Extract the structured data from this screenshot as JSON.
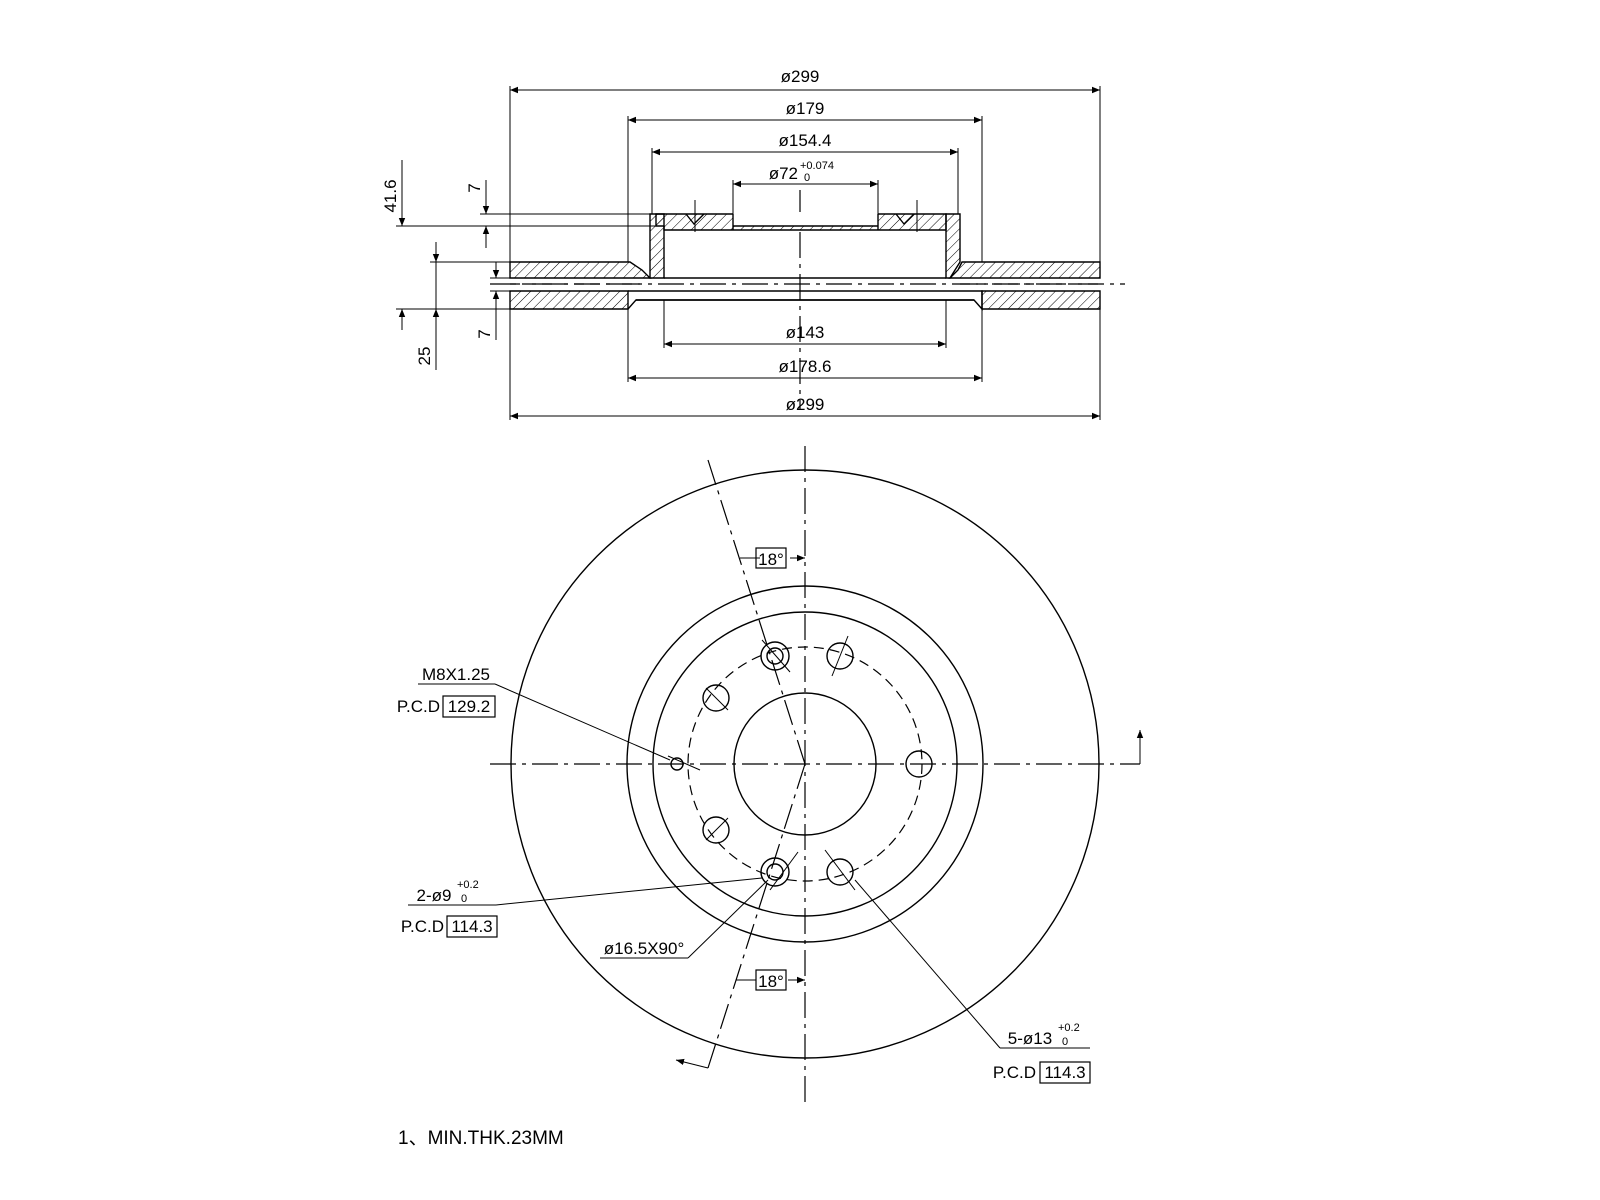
{
  "section_view": {
    "dims_top": {
      "outer": "ø299",
      "hat_outer": "ø179",
      "hat_mid": "ø154.4",
      "bore": "ø72",
      "bore_tol_upper": "+0.074",
      "bore_tol_lower": "0"
    },
    "dims_bottom": {
      "inner": "ø143",
      "face_inner": "ø178.6",
      "outer": "ø299"
    },
    "dims_side": {
      "height_total": "41.6",
      "thickness": "25",
      "top_plate": "7",
      "bottom_plate": "7"
    }
  },
  "face_view": {
    "angle_top": "18°",
    "angle_bottom": "18°",
    "thread": {
      "size": "M8X1.25",
      "pcd_label": "P.C.D",
      "pcd_value": "129.2"
    },
    "locating_holes": {
      "spec": "2-ø9",
      "tol_upper": "+0.2",
      "tol_lower": "0",
      "pcd_label": "P.C.D",
      "pcd_value": "114.3"
    },
    "chamfer": "ø16.5X90°",
    "bolt_holes": {
      "spec": "5-ø13",
      "tol_upper": "+0.2",
      "tol_lower": "0",
      "pcd_label": "P.C.D",
      "pcd_value": "114.3"
    }
  },
  "note": "1、MIN.THK.23MM"
}
